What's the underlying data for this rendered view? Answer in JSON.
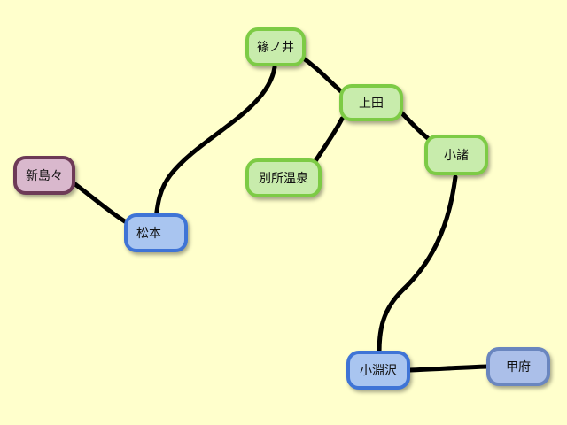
{
  "nodes": {
    "shinonoi": {
      "label": "篠ノ井",
      "color": "#7dcb45"
    },
    "ueda": {
      "label": "上田",
      "color": "#7dcb45"
    },
    "komoro": {
      "label": "小諸",
      "color": "#7dcb45"
    },
    "bessho": {
      "label": "別所温泉",
      "color": "#7dcb45"
    },
    "shinshimashima": {
      "label": "新島々",
      "color": "#6d3a57"
    },
    "matsumoto": {
      "label": "松本",
      "color": "#3f74d6"
    },
    "kobuchizawa": {
      "label": "小淵沢",
      "color": "#3f74d6"
    },
    "kofu": {
      "label": "甲府",
      "color": "#6a86bf"
    }
  },
  "edges": [
    [
      "shinonoi",
      "ueda"
    ],
    [
      "ueda",
      "komoro"
    ],
    [
      "ueda",
      "bessho"
    ],
    [
      "shinonoi",
      "matsumoto"
    ],
    [
      "shinshimashima",
      "matsumoto"
    ],
    [
      "komoro",
      "kobuchizawa"
    ],
    [
      "kobuchizawa",
      "kofu"
    ]
  ]
}
